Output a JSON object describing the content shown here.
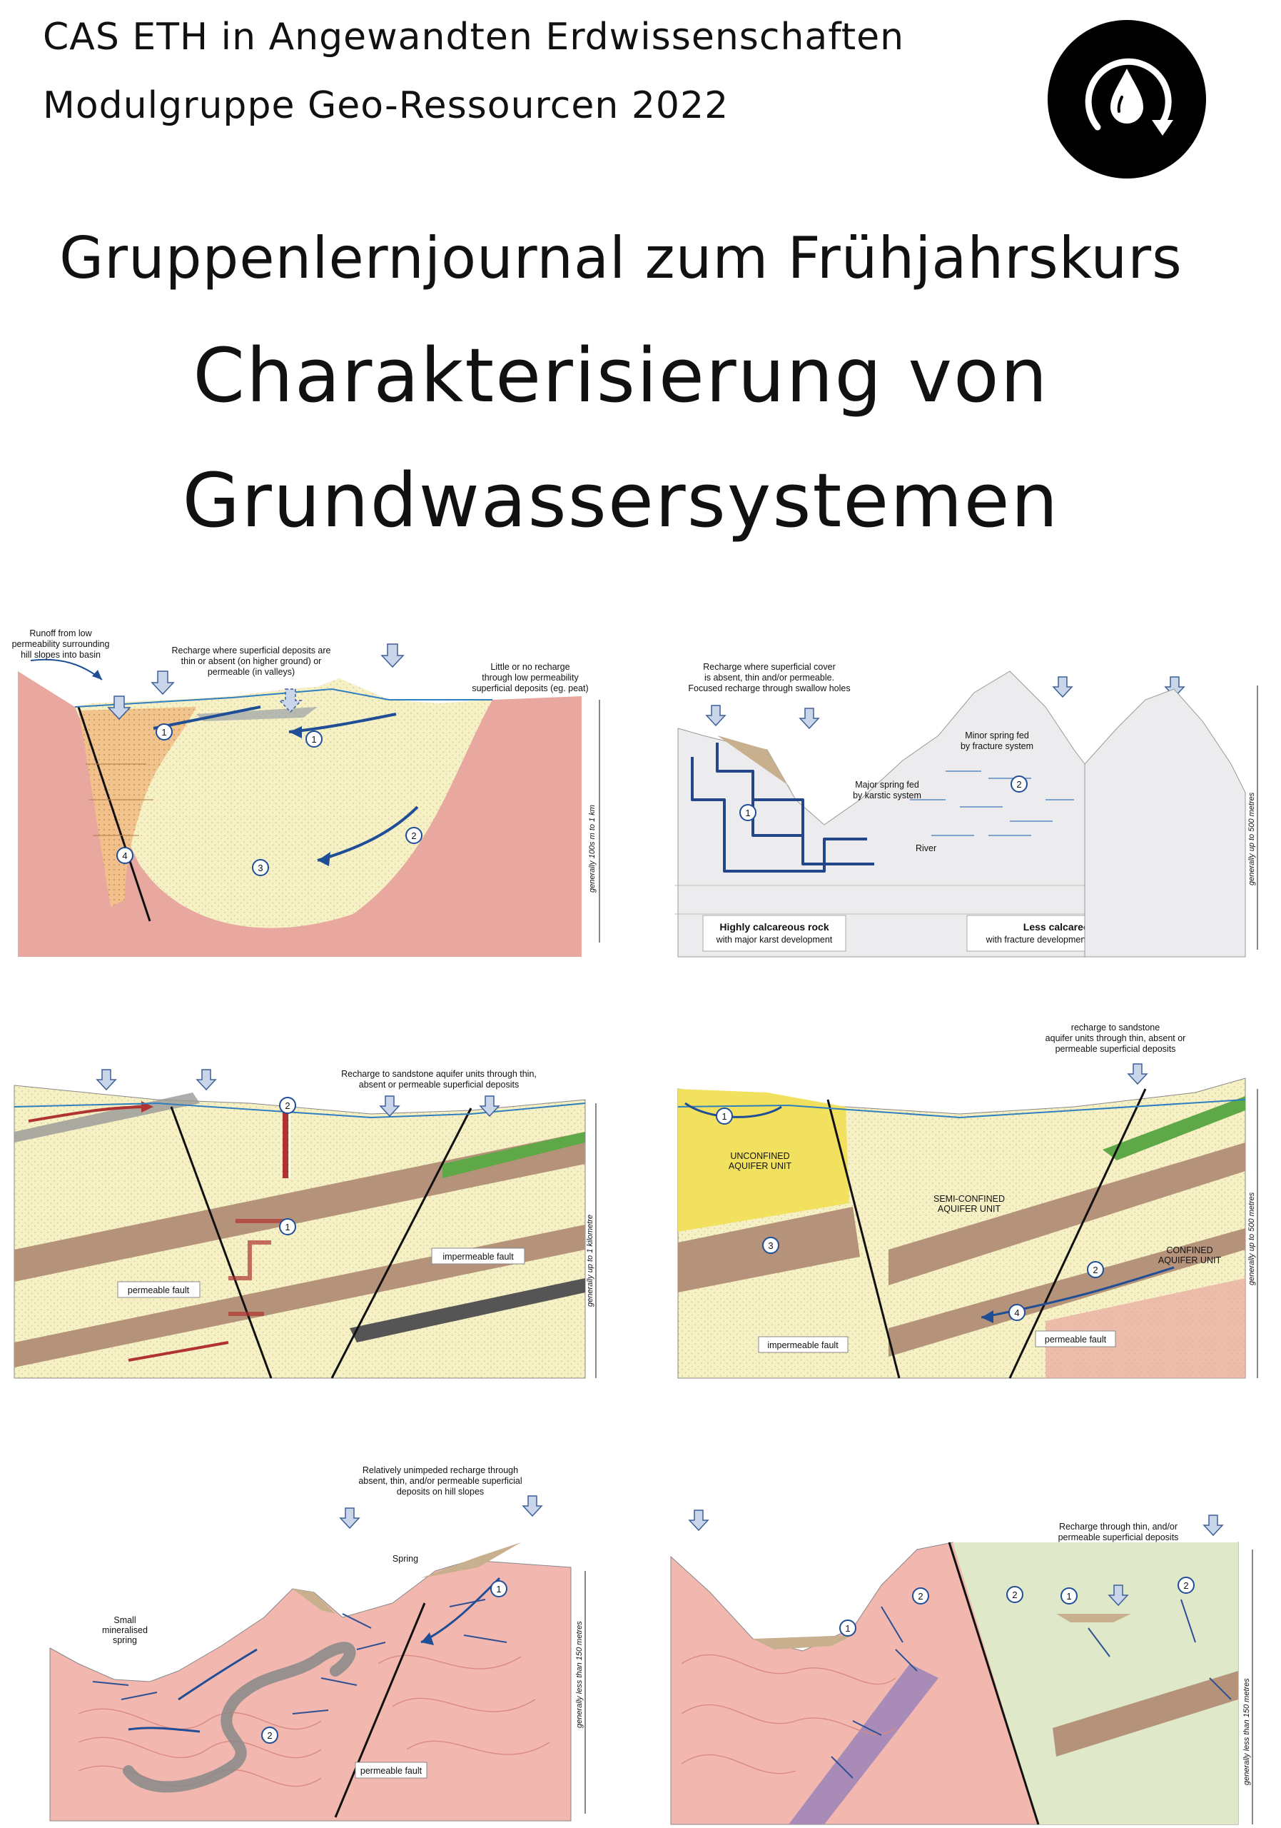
{
  "header": {
    "line1": "CAS ETH in Angewandten Erdwissenschaften",
    "line2": "Modulgruppe Geo-Ressourcen 2022",
    "logo_icon": "water-drop-cycle-icon"
  },
  "subtitle": "Gruppenlernjournal zum Frühjahrskurs",
  "title": {
    "line1": "Charakterisierung von",
    "line2": "Grundwassersystemen"
  },
  "figures": {
    "basin": {
      "runoff": [
        "Runoff from low",
        "permeability surrounding",
        "hill slopes into basin"
      ],
      "recharge": [
        "Recharge where superficial deposits are",
        "thin or absent (on higher ground) or",
        "permeable (in valleys)"
      ],
      "little": [
        "Little or no recharge",
        "through low permeability",
        "superficial deposits (eg. peat)"
      ],
      "depth": "generally 100s m to 1 km",
      "numbers": [
        "1",
        "1",
        "2",
        "3",
        "4"
      ]
    },
    "karst": {
      "recharge": [
        "Recharge where superficial cover",
        "is absent, thin and/or permeable.",
        "Focused recharge through swallow holes"
      ],
      "minor_spring": [
        "Minor spring fed",
        "by fracture system"
      ],
      "major_spring": [
        "Major spring fed",
        "by karstic system"
      ],
      "river": "River",
      "box_left_title": "Highly calcareous rock",
      "box_left_sub": "with major karst development",
      "box_right_title": "Less calcareous rock",
      "box_right_sub": "with fracture development but no major karst",
      "depth": "generally up to 500 metres",
      "numbers": [
        "1",
        "2"
      ]
    },
    "sandstone_faults": {
      "recharge": [
        "Recharge to sandstone aquifer units through thin,",
        "absent or permeable superficial deposits"
      ],
      "impermeable": "impermeable fault",
      "permeable": "permeable fault",
      "depth": "generally up to 1 kilometre",
      "numbers": [
        "1",
        "2"
      ]
    },
    "confined": {
      "recharge": [
        "recharge to sandstone",
        "aquifer units through thin, absent or",
        "permeable superficial deposits"
      ],
      "unconfined": [
        "UNCONFINED",
        "AQUIFER UNIT"
      ],
      "semi": [
        "SEMI-CONFINED",
        "AQUIFER UNIT"
      ],
      "confined_lbl": [
        "CONFINED",
        "AQUIFER UNIT"
      ],
      "impermeable": "impermeable fault",
      "permeable": "permeable fault",
      "depth": "generally up to 500 metres",
      "numbers": [
        "1",
        "2",
        "3",
        "4"
      ]
    },
    "crystalline": {
      "recharge": [
        "Relatively unimpeded recharge through",
        "absent, thin, and/or permeable superficial",
        "deposits on hill slopes"
      ],
      "spring": "Spring",
      "small": [
        "Small",
        "mineralised",
        "spring"
      ],
      "permeable": "permeable fault",
      "depth": "generally less than 150 metres",
      "numbers": [
        "1",
        "2"
      ]
    },
    "mixed": {
      "recharge": [
        "Recharge through thin, and/or",
        "permeable superficial deposits"
      ],
      "depth": "generally less than 150 metres",
      "numbers": [
        "1",
        "2",
        "2",
        "1",
        "2"
      ]
    }
  },
  "colors": {
    "pink_rock": "#E8A79F",
    "sand": "#F6F1C4",
    "orange": "#F2C28A",
    "brown": "#B5937A",
    "yellow": "#F2E15E",
    "green": "#5FA847",
    "water": "#2F7FC1",
    "arrow_fill": "#C9D6EA",
    "flow": "#1F4E97",
    "fault_red": "#B03232"
  }
}
